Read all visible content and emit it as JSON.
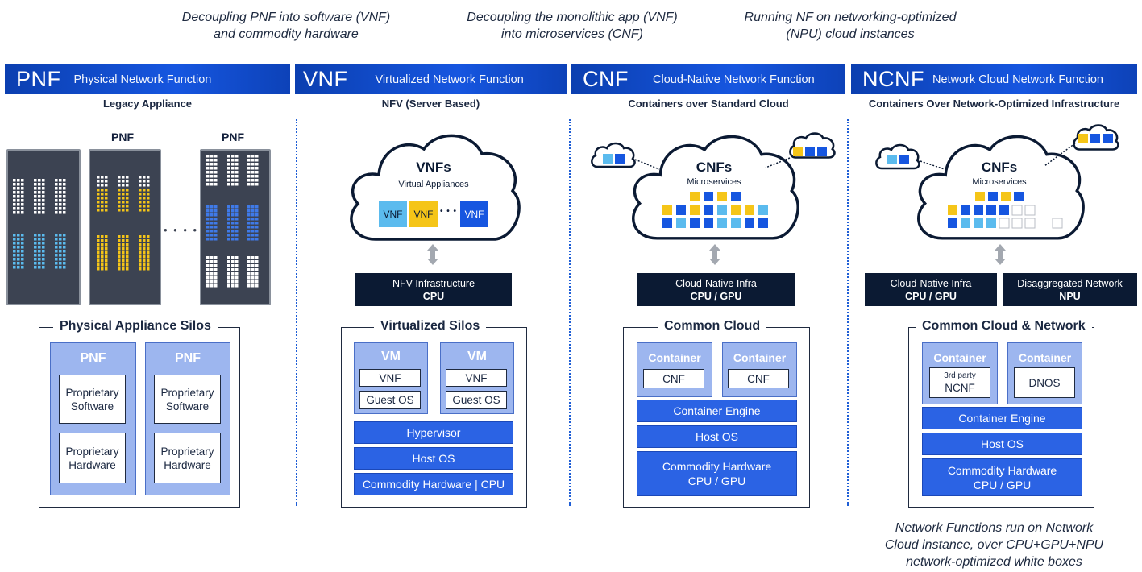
{
  "captions": [
    {
      "line1": "Decoupling PNF into software (VNF)",
      "line2": "and commodity hardware"
    },
    {
      "line1": "Decoupling the monolithic app (VNF)",
      "line2": "into microservices (CNF)"
    },
    {
      "line1": "Running NF on networking-optimized",
      "line2": "(NPU) cloud instances"
    }
  ],
  "columns": {
    "pnf": {
      "abbr": "PNF",
      "title": "Physical Network Function",
      "subtitle": "Legacy Appliance",
      "rack_labels": [
        "PNF",
        "PNF"
      ],
      "ellipsis": "• • • •",
      "silo_title": "Physical Appliance Silos",
      "silos": [
        {
          "label": "PNF",
          "software": [
            "Proprietary",
            "Software"
          ],
          "hardware": [
            "Proprietary",
            "Hardware"
          ]
        },
        {
          "label": "PNF",
          "software": [
            "Proprietary",
            "Software"
          ],
          "hardware": [
            "Proprietary",
            "Hardware"
          ]
        }
      ]
    },
    "vnf": {
      "abbr": "VNF",
      "title": "Virtualized Network Function",
      "subtitle": "NFV (Server Based)",
      "cloud_title": "VNFs",
      "cloud_sub": "Virtual Appliances",
      "tags": [
        "VNF",
        "VNF",
        "VNF"
      ],
      "dots": "• • •",
      "infra_line1": "NFV Infrastructure",
      "infra_line2": "CPU",
      "silo_title": "Virtualized Silos",
      "vms": [
        {
          "label": "VM",
          "app": "VNF",
          "os": "Guest OS"
        },
        {
          "label": "VM",
          "app": "VNF",
          "os": "Guest OS"
        }
      ],
      "layers": [
        "Hypervisor",
        "Host OS",
        "Commodity Hardware | CPU"
      ]
    },
    "cnf": {
      "abbr": "CNF",
      "title": "Cloud-Native Network Function",
      "subtitle": "Containers over Standard Cloud",
      "cloud_title": "CNFs",
      "cloud_sub": "Microservices",
      "infra_line1": "Cloud-Native Infra",
      "infra_line2": "CPU / GPU",
      "silo_title": "Common Cloud",
      "containers": [
        {
          "label": "Container",
          "app": "CNF"
        },
        {
          "label": "Container",
          "app": "CNF"
        }
      ],
      "layers": [
        "Container Engine",
        "Host OS"
      ],
      "hw_line1": "Commodity Hardware",
      "hw_line2": "CPU / GPU"
    },
    "ncnf": {
      "abbr": "NCNF",
      "title": "Network Cloud Network Function",
      "subtitle": "Containers Over Network-Optimized Infrastructure",
      "cloud_title": "CNFs",
      "cloud_sub": "Microservices",
      "infra1_line1": "Cloud-Native Infra",
      "infra1_line2": "CPU / GPU",
      "infra2_line1": "Disaggregated Network",
      "infra2_line2": "NPU",
      "silo_title": "Common Cloud & Network",
      "containers": [
        {
          "label": "Container",
          "app_sup": "3rd party",
          "app": "NCNF"
        },
        {
          "label": "Container",
          "app": "DNOS"
        }
      ],
      "layers": [
        "Container Engine",
        "Host OS"
      ],
      "hw_line1": "Commodity Hardware",
      "hw_line2": "CPU / GPU",
      "footnote": [
        "Network Functions run on Network",
        "Cloud instance, over CPU+GPU+NPU",
        "network-optimized white boxes"
      ]
    }
  },
  "colors": {
    "navy": "#0b1a33",
    "blue": "#2b63e4",
    "light_blue": "#5bbbee",
    "yellow": "#f5c518",
    "pale_blue": "#9db6ef"
  }
}
